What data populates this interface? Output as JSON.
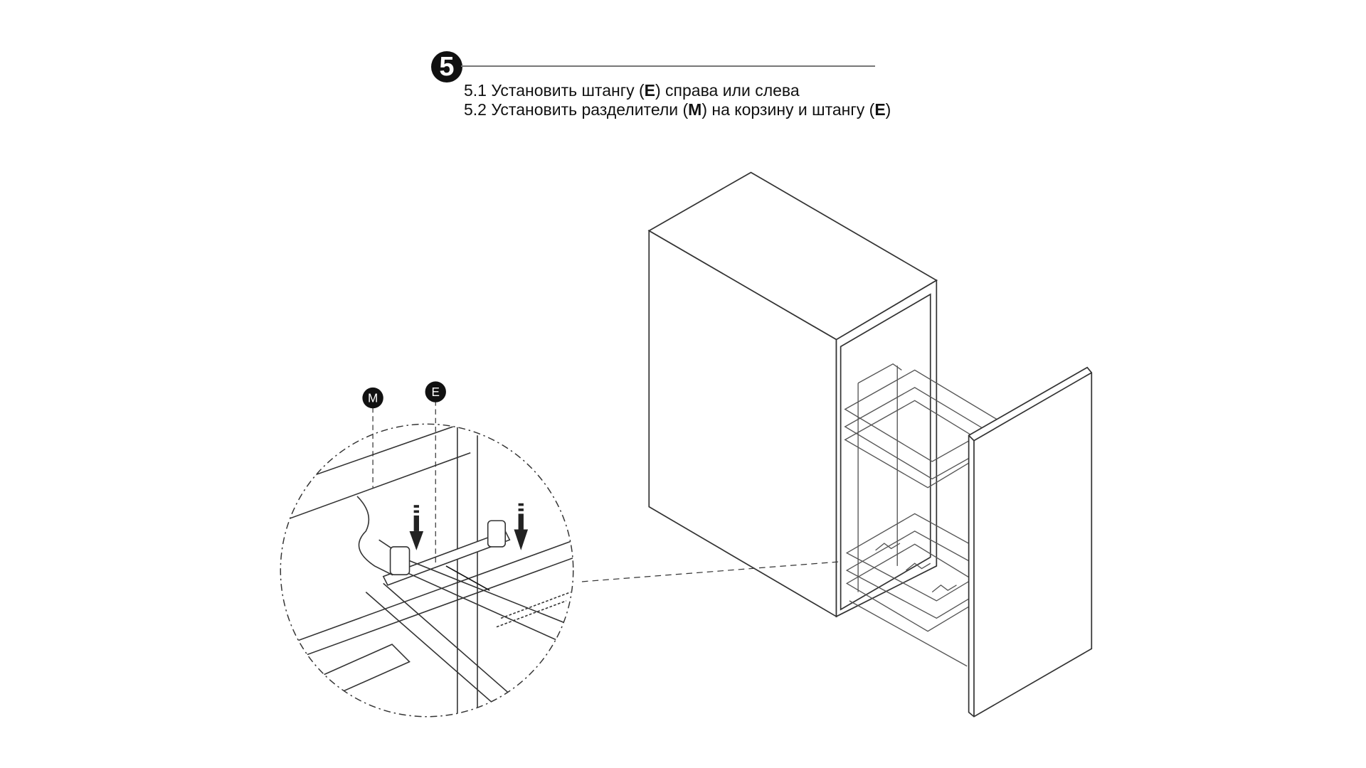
{
  "step": {
    "number": "5"
  },
  "instructions": [
    {
      "prefix": "5.1 Установить штангу (",
      "bold": "E",
      "suffix": ") справа или слева"
    },
    {
      "prefix": "5.2 Установить разделители (",
      "bold": "M",
      "suffix": ") на корзину и штангу (",
      "bold2": "E",
      "suffix2": ")"
    }
  ],
  "callouts": {
    "divider": "M",
    "rod": "E"
  }
}
